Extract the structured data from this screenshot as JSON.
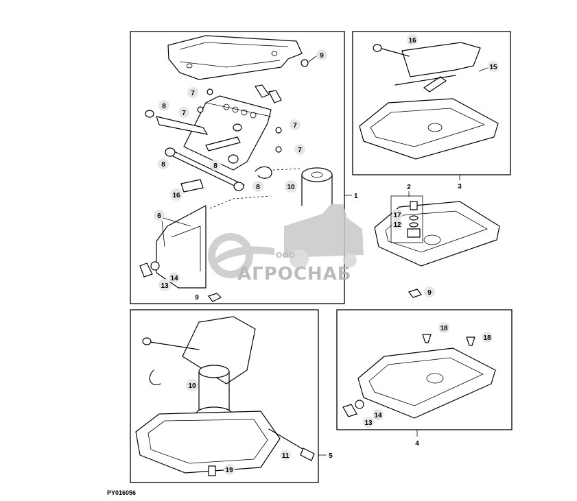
{
  "figure_id": "PY016056",
  "watermark": {
    "company_prefix": "ООО",
    "company_name": "АГРОСНАБ"
  },
  "callouts": {
    "main": [
      "9",
      "7",
      "7",
      "7",
      "7",
      "8",
      "8",
      "8",
      "8",
      "8",
      "10",
      "16",
      "6",
      "14",
      "13",
      "1",
      "9"
    ],
    "top_right": [
      "16",
      "15",
      "3"
    ],
    "middle_right": [
      "2",
      "17",
      "12",
      "9"
    ],
    "bottom_left": [
      "10",
      "11",
      "5",
      "19"
    ],
    "bottom_right": [
      "18",
      "18",
      "14",
      "13",
      "4"
    ]
  }
}
